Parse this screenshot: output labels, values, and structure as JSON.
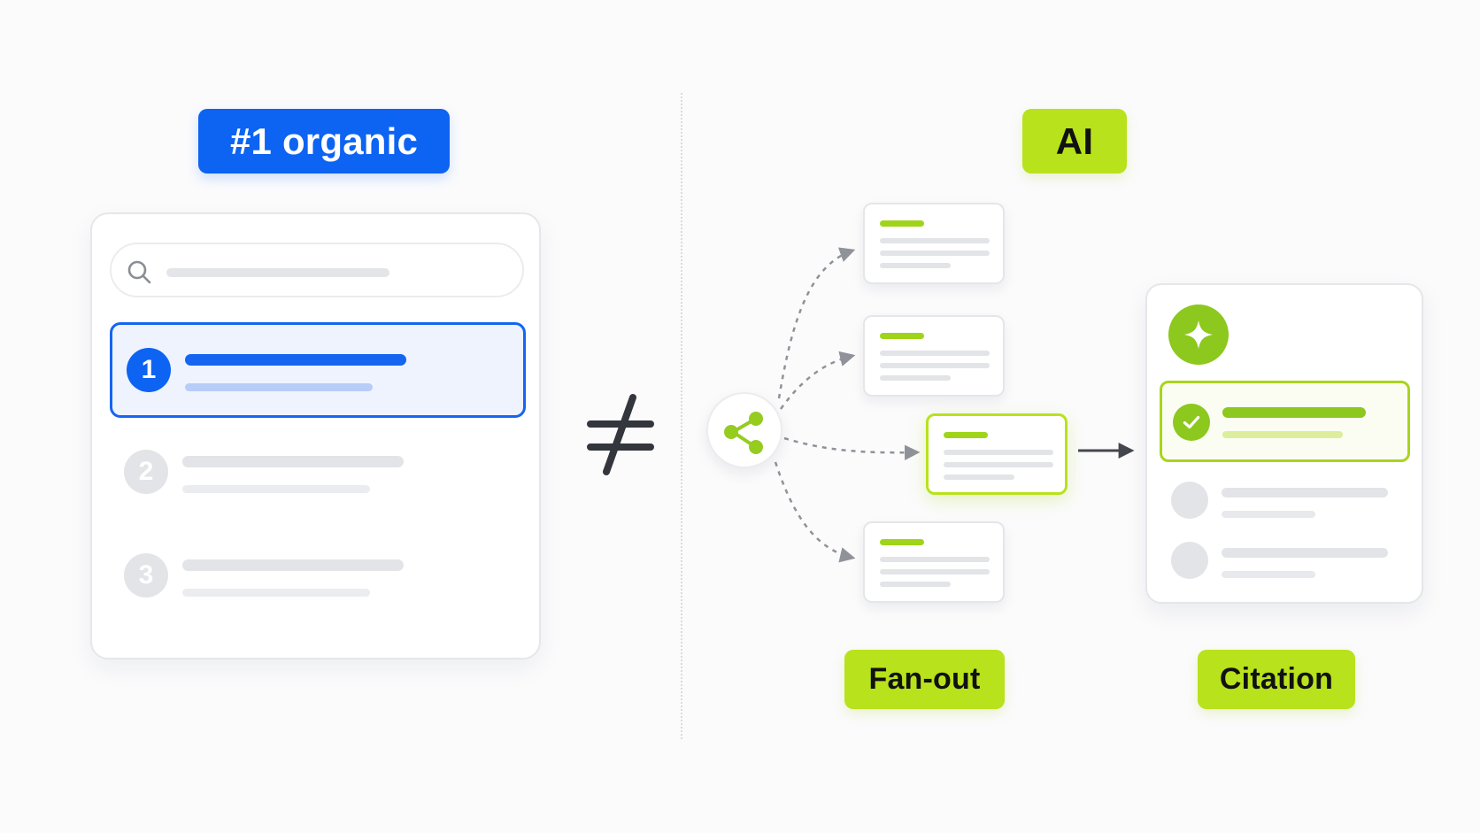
{
  "labels": {
    "organic": "#1 organic",
    "ai": "AI",
    "fanout": "Fan-out",
    "citation": "Citation"
  },
  "serp": {
    "results": [
      {
        "rank": "1",
        "state": "active"
      },
      {
        "rank": "2",
        "state": "muted"
      },
      {
        "rank": "3",
        "state": "muted"
      }
    ]
  },
  "icons": {
    "search": "search-icon",
    "not_equal": "not-equal-icon",
    "share": "share-icon",
    "sparkle": "sparkle-icon",
    "check": "check-icon",
    "arrow": "arrow-right-icon"
  },
  "colors": {
    "blue": "#0d63f2",
    "green": "#b8e21b",
    "green_dark": "#8cc81e",
    "gray": "#e3e4e7"
  }
}
